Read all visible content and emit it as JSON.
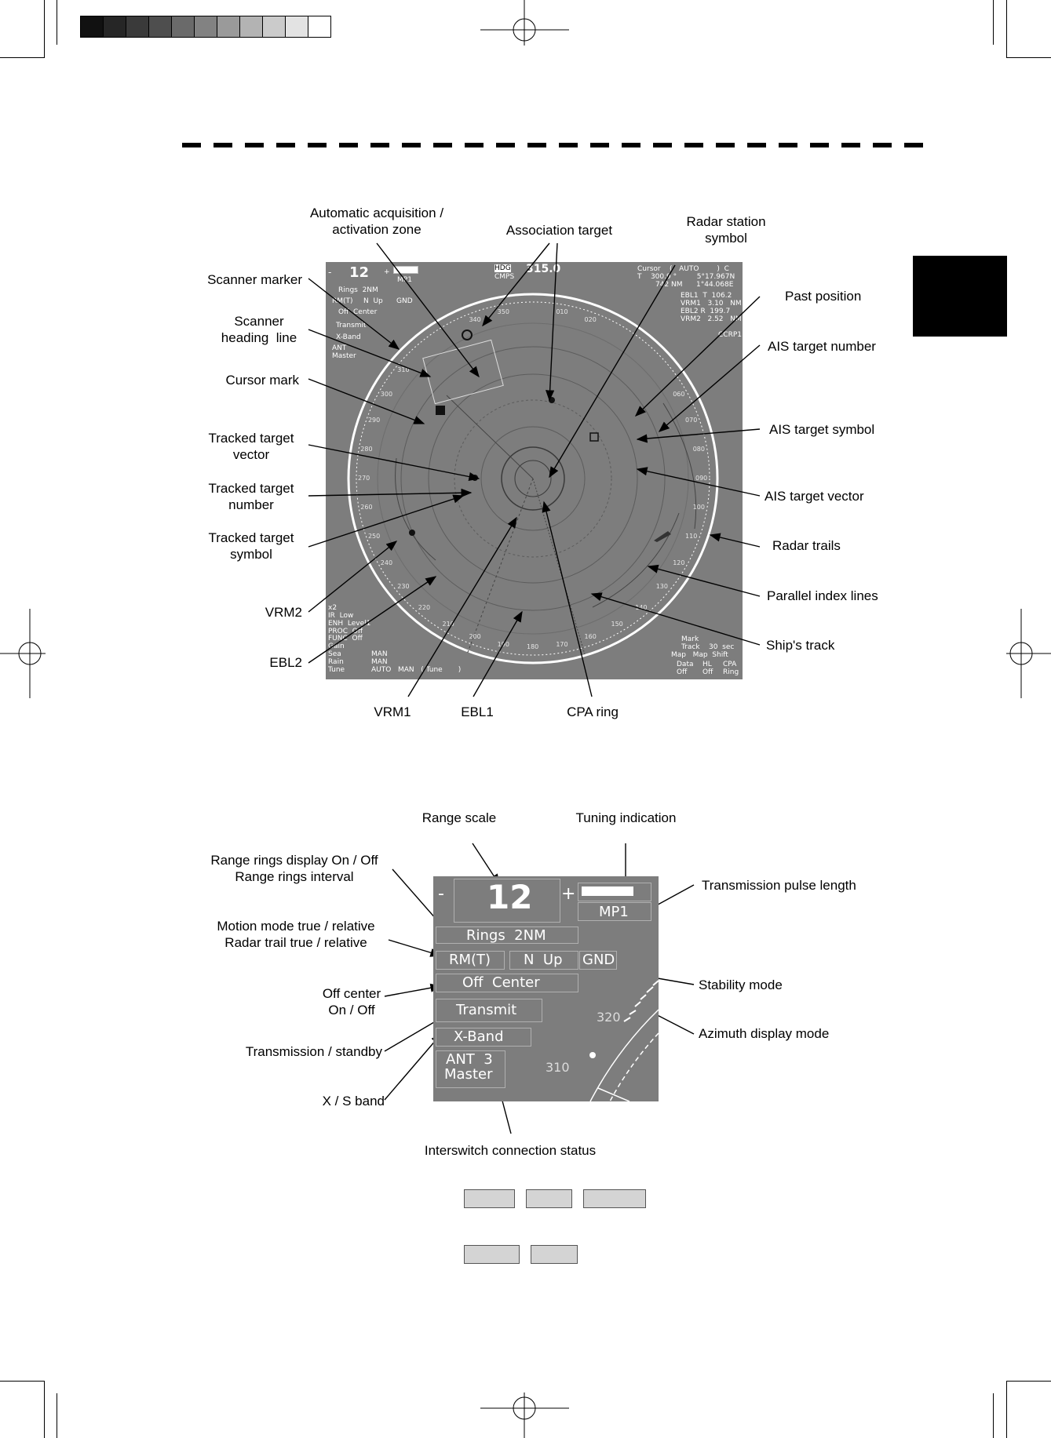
{
  "page": {
    "grayscale_bar": [
      "#111111",
      "#262626",
      "#3a3a3a",
      "#4e4e4e",
      "#6a6a6a",
      "#828282",
      "#9a9a9a",
      "#b3b3b3",
      "#cbcbcb",
      "#e3e3e3",
      "#ffffff"
    ]
  },
  "callouts_top": {
    "auto_acq_zone": "Automatic acquisition /\nactivation zone",
    "association_target": "Association target",
    "radar_station_symbol": "Radar station\nsymbol",
    "scanner_marker": "Scanner marker",
    "scanner_heading_line": "Scanner\nheading  line",
    "cursor_mark": "Cursor mark",
    "tracked_target_vector": "Tracked target\nvector",
    "tracked_target_number": "Tracked target\nnumber",
    "tracked_target_symbol": "Tracked target\nsymbol",
    "vrm2": "VRM2",
    "ebl2": "EBL2",
    "past_position": "Past position",
    "ais_target_number": "AIS target number",
    "ais_target_symbol": "AIS target symbol",
    "ais_target_vector": "AIS target vector",
    "radar_trails": "Radar trails",
    "parallel_index_lines": "Parallel index lines",
    "ships_track": "Ship's track",
    "vrm1": "VRM1",
    "ebl1": "EBL1",
    "cpa_ring": "CPA ring"
  },
  "radar_screen": {
    "range": "12",
    "minus": "-",
    "plus": "+",
    "pulse": "MP1",
    "rings": "Rings  2NM",
    "motion": "RM(T)",
    "azimuth": "N  Up",
    "stability": "GND",
    "off_center": "Off  Center",
    "transmit": "Transmit",
    "band": "X-Band",
    "ant": "ANT\nMaster",
    "hdg_label": "HDG",
    "hdg_src": "CMPS",
    "hdg_value": "315.0",
    "cursor_header": "Cursor    (   AUTO        )  C",
    "cursor_t": "T    300.9 °",
    "cursor_lat": "  5°17.967N",
    "cursor_nm": "742 NM",
    "cursor_lon": "1°44.068E",
    "ebl1": "EBL1  T  106.2",
    "vrm1": "VRM1   3.10   NM",
    "ebl2": "EBL2 R  199.7",
    "vrm2": "VRM2   2.52   NM",
    "ccrp": "CCRP1",
    "x2": "x2",
    "ir": "IR  Low",
    "enh": "ENH  Level1",
    "proc": "PROC  Off",
    "func": "FUNC  Off",
    "gain": "Gain",
    "sea": "Sea",
    "rain": "Rain",
    "tune": "Tune",
    "man1": "MAN",
    "man2": "MAN",
    "auto": "AUTO",
    "tune_mode": "MAN   ( Tune       )",
    "mark": "Mark",
    "track": "Track    30  sec",
    "map": "Map   Map  Shift",
    "data_off": "Data\nOff",
    "hl_off": "HL\nOff",
    "cpa_ring": "CPA\nRing",
    "bearing_labels": [
      "340",
      "350",
      "010",
      "020",
      "310",
      "300",
      "290",
      "280",
      "270",
      "260",
      "250",
      "240",
      "230",
      "220",
      "210",
      "200",
      "190",
      "180",
      "170",
      "160",
      "150",
      "140",
      "080",
      "090",
      "100",
      "110",
      "120",
      "130",
      "070",
      "060"
    ]
  },
  "callouts_bottom": {
    "range_scale": "Range scale",
    "tuning_indication": "Tuning indication",
    "range_rings": "Range rings display On / Off\nRange rings interval",
    "motion_mode": "Motion mode true / relative\nRadar trail true / relative",
    "off_center": "Off center\nOn / Off",
    "transmission": "Transmission / standby",
    "xs_band": "X / S band",
    "pulse_length": "Transmission pulse length",
    "stability_mode": "Stability mode",
    "azimuth_mode": "Azimuth display mode",
    "interswitch": "Interswitch connection status"
  },
  "zoom_panel": {
    "minus": "-",
    "range": "12",
    "plus": "+",
    "pulse": "MP1",
    "rings": "Rings  2NM",
    "motion": "RM(T)",
    "azimuth": "N  Up",
    "stability": "GND",
    "off_center": "Off  Center",
    "transmit": "Transmit",
    "band": "X-Band",
    "ant_line1": "ANT  3",
    "ant_line2": "Master",
    "bearing_320": "320",
    "bearing_310": "310"
  }
}
